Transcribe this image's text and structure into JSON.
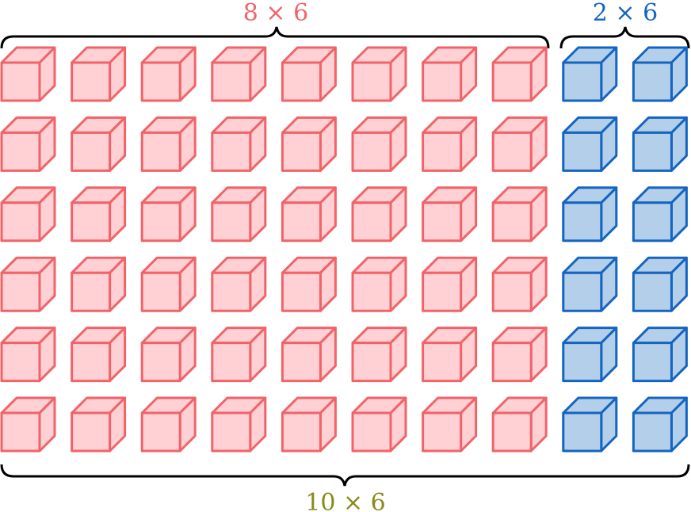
{
  "labels": {
    "left": "8 × 6",
    "right": "2 × 6",
    "total": "10 × 6"
  },
  "grid": {
    "rows": 6,
    "columns": 10,
    "left_columns": 8,
    "right_columns": 2
  },
  "colors": {
    "left_stroke": "#f06469",
    "left_fill": "#ffd0d4",
    "right_stroke": "#1565c0",
    "right_fill": "#b4cfea",
    "total_label": "#8a8a1a",
    "brace": "#000000"
  }
}
